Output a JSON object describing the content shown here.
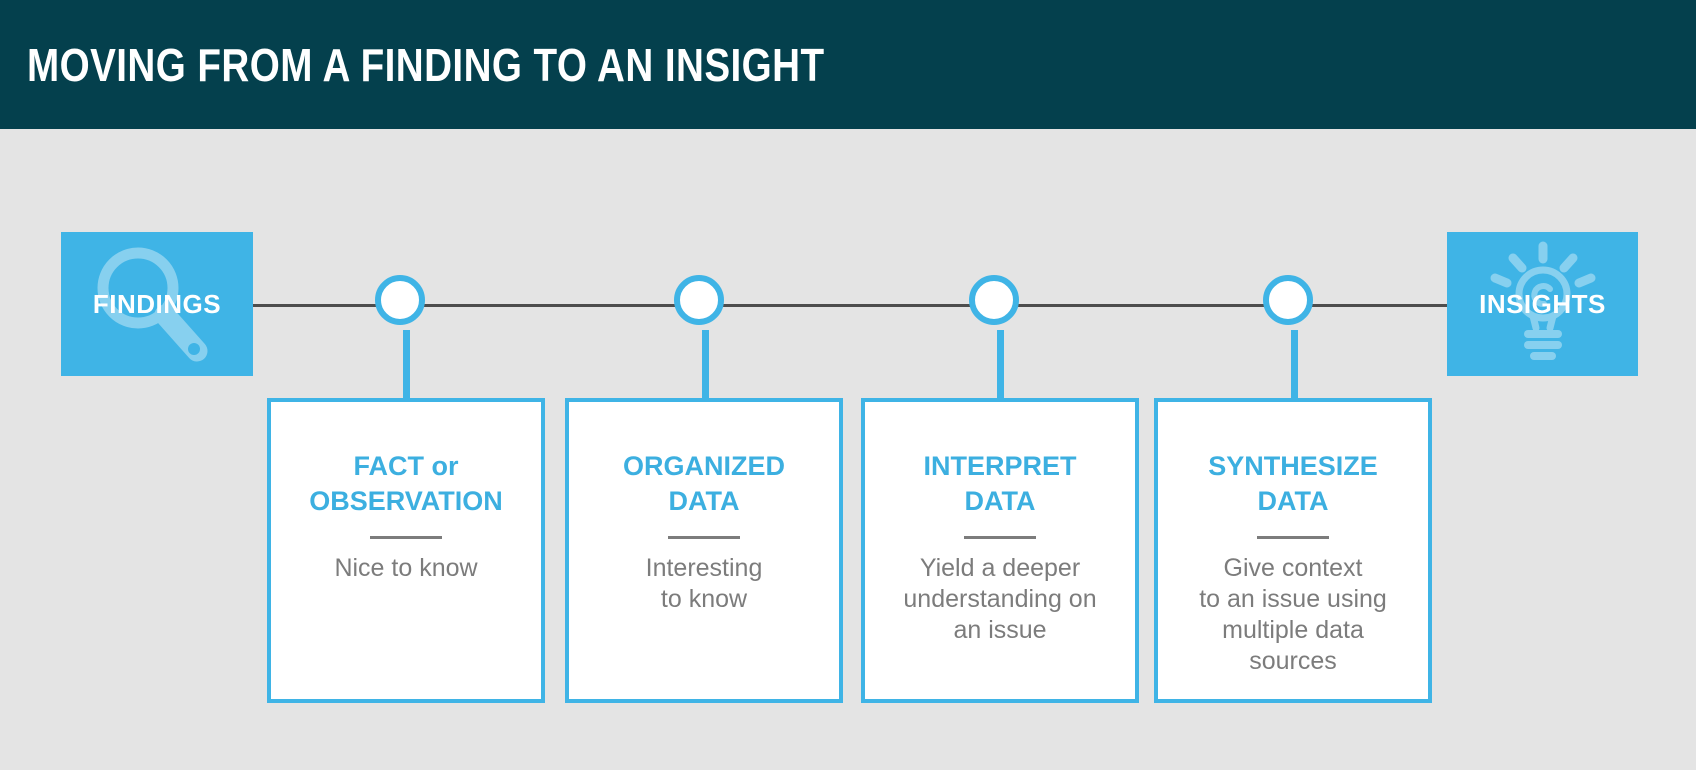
{
  "header": {
    "title": "MOVING FROM A FINDING TO AN INSIGHT"
  },
  "timeline": {
    "start": {
      "label": "FINDINGS",
      "icon": "magnifier-icon"
    },
    "end": {
      "label": "INSIGHTS",
      "icon": "lightbulb-icon"
    },
    "node_count": 4
  },
  "steps": [
    {
      "title": "FACT or\nOBSERVATION",
      "description": "Nice to know"
    },
    {
      "title": "ORGANIZED\nDATA",
      "description": "Interesting\nto know"
    },
    {
      "title": "INTERPRET\nDATA",
      "description": "Yield a deeper\nunderstanding on\nan issue"
    },
    {
      "title": "SYNTHESIZE\nDATA",
      "description": "Give context\nto an issue using\nmultiple data\nsources"
    }
  ],
  "colors": {
    "header_bg": "#04404d",
    "background": "#e4e4e4",
    "accent_blue": "#3fb4e6",
    "heading_blue": "#3cafe0",
    "icon_light_blue": "#87d0ef",
    "timeline_gray": "#4d4d4d",
    "text_gray": "#7c7c7c",
    "card_bg": "#ffffff",
    "title_white": "#ffffff"
  }
}
